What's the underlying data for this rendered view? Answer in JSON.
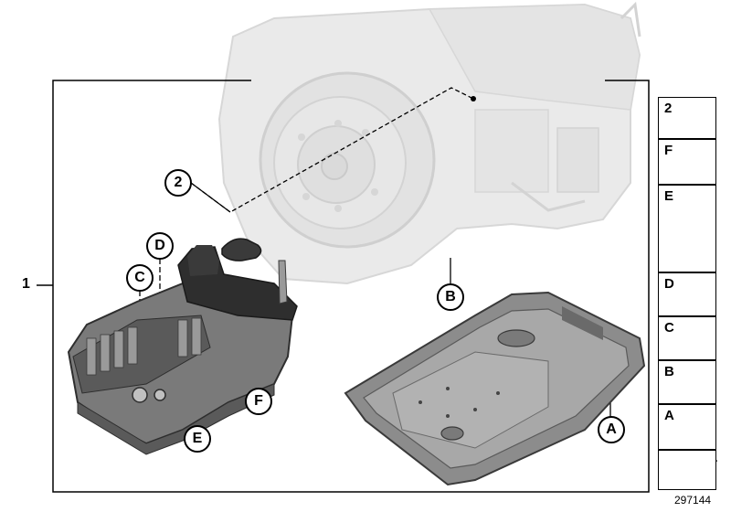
{
  "diagram": {
    "assembly_label": "1",
    "callouts": {
      "two": "2",
      "b": "B",
      "c": "C",
      "d": "D",
      "e": "E",
      "f": "F",
      "a": "A"
    },
    "side_panel": [
      "2",
      "F",
      "E",
      "D",
      "C",
      "B",
      "A"
    ],
    "document_number": "297144",
    "colors": {
      "transmission": "#d9d9d9",
      "transmission_outline": "#b8b8b8",
      "valve_body_dark": "#2e2e2e",
      "valve_body_mid": "#7a7a7a",
      "oil_pan": "#8c8c8c",
      "line": "#000000"
    }
  }
}
